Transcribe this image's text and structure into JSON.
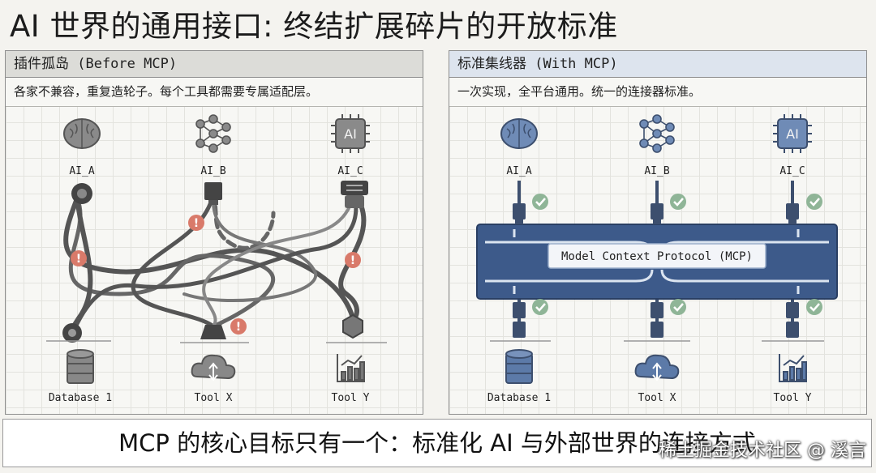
{
  "title": "AI 世界的通用接口: 终结扩展碎片的开放标准",
  "left_panel": {
    "header": "插件孤岛 (Before MCP)",
    "subtitle": "各家不兼容，重复造轮子。每个工具都需要专属适配层。",
    "models": [
      "AI_A",
      "AI_B",
      "AI_C"
    ],
    "tools": [
      "Database 1",
      "Tool X",
      "Tool Y"
    ],
    "model_chip_text": "AI",
    "warning_glyph": "!"
  },
  "right_panel": {
    "header": "标准集线器 (With MCP)",
    "subtitle": "一次实现，全平台通用。统一的连接器标准。",
    "models": [
      "AI_A",
      "AI_B",
      "AI_C"
    ],
    "tools": [
      "Database 1",
      "Tool X",
      "Tool Y"
    ],
    "model_chip_text": "AI",
    "hub_label": "Model Context Protocol (MCP)"
  },
  "bottom_banner": "MCP 的核心目标只有一个：标准化 AI 与外部世界的连接方式",
  "watermark": "稀土掘金技术社区 @ 溪言",
  "colors": {
    "hub_blue": "#3d5a8a",
    "hub_light": "#dbe4f0",
    "warning_red": "#d97a6a",
    "check_green": "#8fb597",
    "icon_gray": "#777777",
    "icon_blue": "#5c7aa8"
  },
  "icons": [
    "brain-icon",
    "neural-network-icon",
    "chip-icon",
    "database-icon",
    "cloud-icon",
    "chart-icon",
    "warning-icon",
    "check-icon"
  ]
}
